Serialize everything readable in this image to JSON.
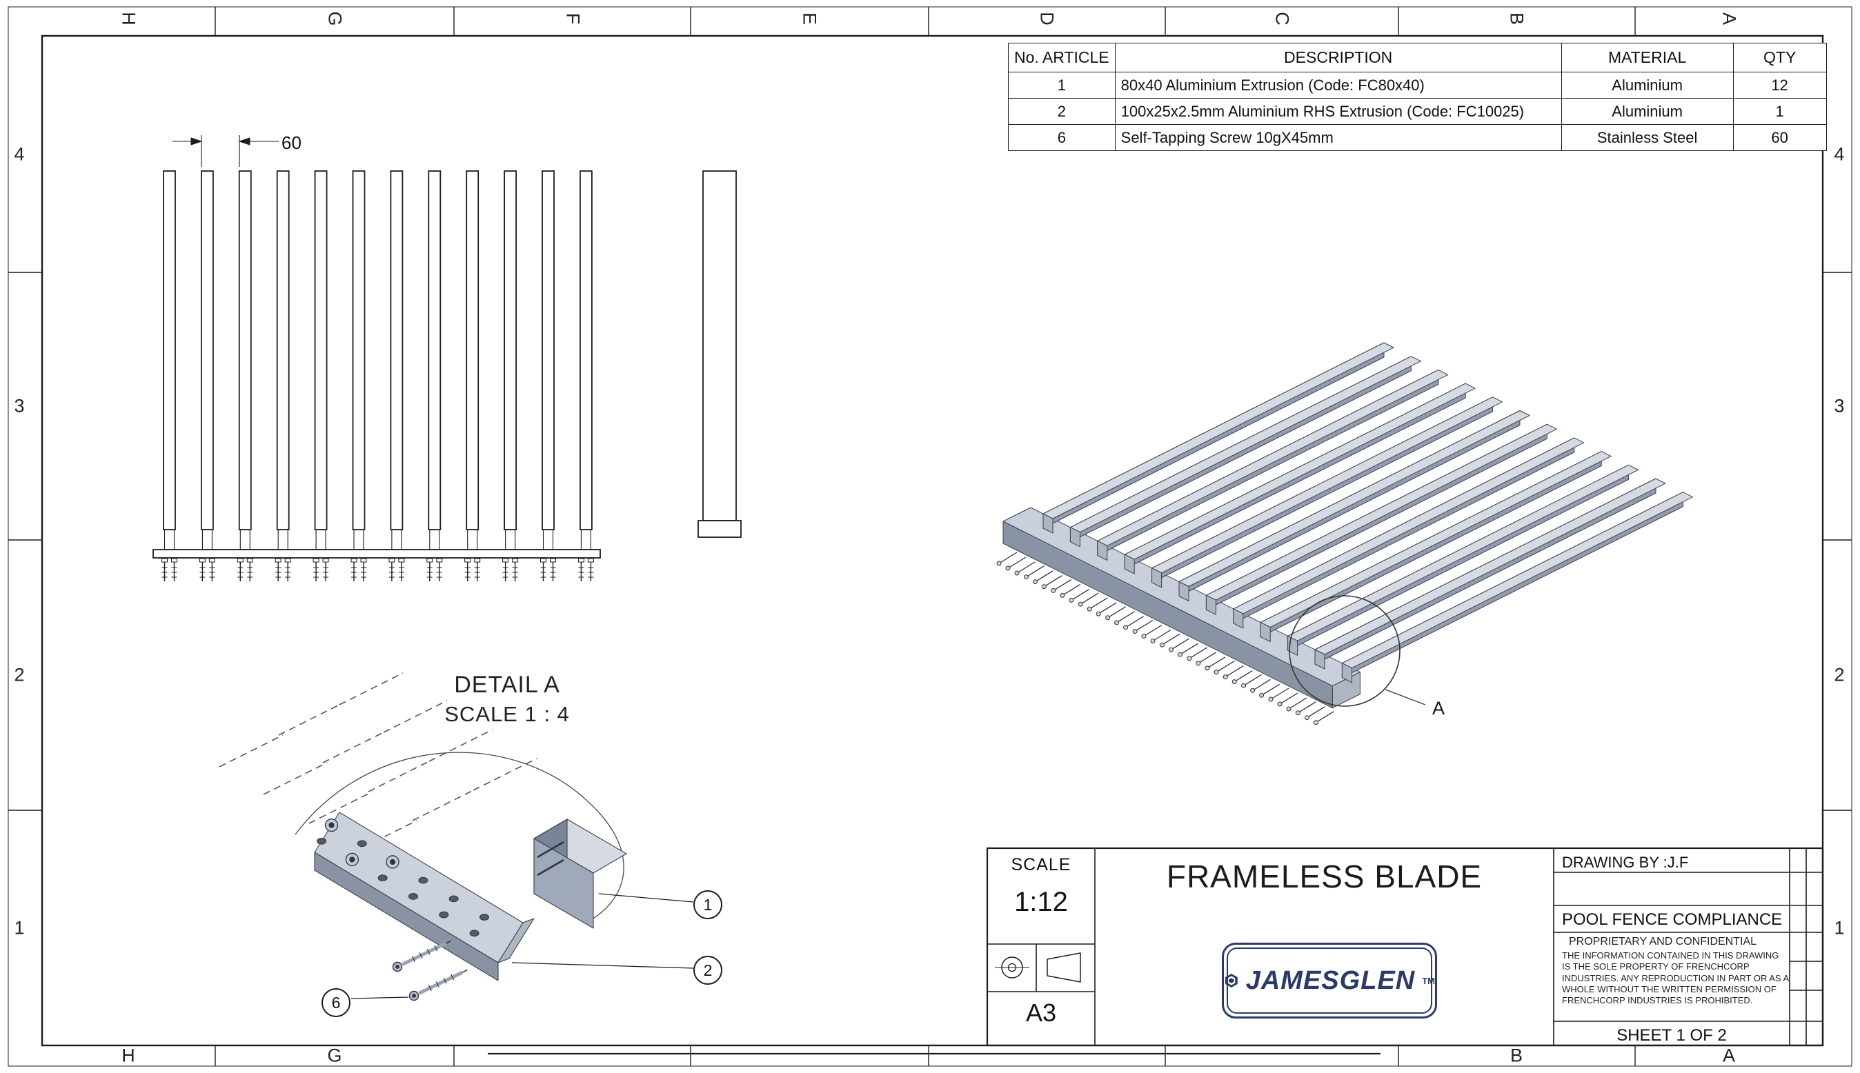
{
  "sheet": {
    "zones_top": [
      "H",
      "G",
      "F",
      "E",
      "D",
      "C",
      "B",
      "A"
    ],
    "zones_bottom": [
      "H",
      "G",
      "B",
      "A"
    ],
    "zones_left": [
      "4",
      "3",
      "2",
      "1"
    ],
    "zones_right": [
      "4",
      "3",
      "2",
      "1"
    ]
  },
  "bom": {
    "headers": [
      "No. ARTICLE",
      "DESCRIPTION",
      "MATERIAL",
      "QTY"
    ],
    "rows": [
      [
        "1",
        "80x40 Aluminium Extrusion (Code: FC80x40)",
        "Aluminium",
        "12"
      ],
      [
        "2",
        "100x25x2.5mm Aluminium RHS Extrusion (Code: FC10025)",
        "Aluminium",
        "1"
      ],
      [
        "6",
        "Self-Tapping Screw 10gX45mm",
        "Stainless Steel",
        "60"
      ]
    ]
  },
  "views": {
    "front_view": {
      "blade_count": 12,
      "dimension_label": "60"
    },
    "iso_view": {
      "blade_count": 12,
      "detail_label": "A"
    },
    "detail_view": {
      "title": "DETAIL A",
      "scale": "SCALE 1 : 4",
      "balloons": [
        "1",
        "2",
        "6"
      ]
    }
  },
  "title_block": {
    "scale_label": "SCALE",
    "scale_value": "1:12",
    "paper_size": "A3",
    "title": "FRAMELESS BLADE",
    "drawing_by": "DRAWING BY :J.F",
    "compliance": "POOL FENCE COMPLIANCE",
    "proprietary_title": "PROPRIETARY AND CONFIDENTIAL",
    "proprietary_text": "THE INFORMATION CONTAINED IN THIS DRAWING IS THE SOLE PROPERTY OF FRENCHCORP INDUSTRIES. ANY REPRODUCTION IN PART OR AS A WHOLE WITHOUT THE WRITTEN PERMISSION OF FRENCHCORP INDUSTRIES IS PROHIBITED.",
    "sheet_label": "SHEET 1 OF 2",
    "logo_text": "JAMESGLEN",
    "logo_tm": "TM"
  },
  "colors": {
    "line": "#1c1c1c",
    "metal_top": "#d6dbe3",
    "metal_side": "#939cae",
    "metal_cap": "#aeb6c4",
    "rail_top": "#c9d0db",
    "rail_side": "#8a93a4",
    "logo_navy": "#2b3a69"
  }
}
